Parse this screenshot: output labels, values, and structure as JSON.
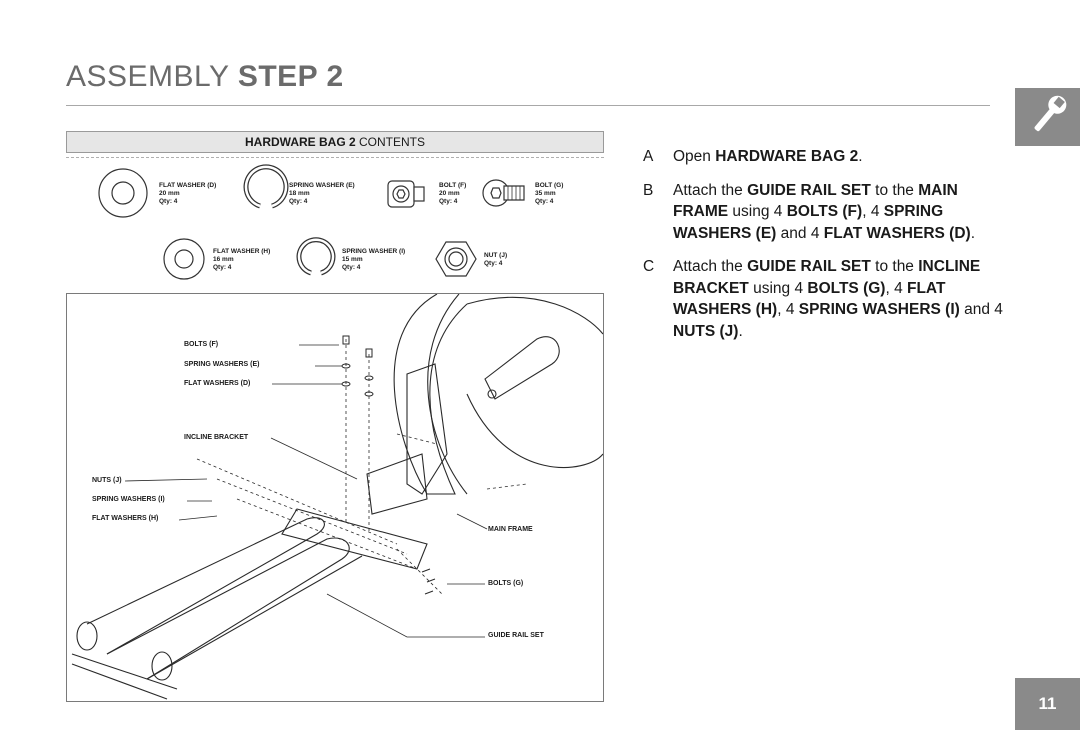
{
  "title": {
    "light": "ASSEMBLY",
    "bold": "STEP 2"
  },
  "page_number": "11",
  "icons": {
    "tab": "wrench-icon"
  },
  "colors": {
    "tab_gray": "#8a8a8a",
    "header_gray": "#e6e6e6"
  },
  "hardware": {
    "header_bold": "HARDWARE BAG 2",
    "header_rest": "CONTENTS",
    "parts": [
      {
        "name": "FLAT WASHER (D)",
        "size": "20 mm",
        "qty": "Qty: 4"
      },
      {
        "name": "SPRING WASHER (E)",
        "size": "18 mm",
        "qty": "Qty: 4"
      },
      {
        "name": "BOLT (F)",
        "size": "20 mm",
        "qty": "Qty: 4"
      },
      {
        "name": "BOLT (G)",
        "size": "35 mm",
        "qty": "Qty: 4"
      },
      {
        "name": "FLAT WASHER (H)",
        "size": "16 mm",
        "qty": "Qty: 4"
      },
      {
        "name": "SPRING WASHER (I)",
        "size": "15 mm",
        "qty": "Qty: 4"
      },
      {
        "name": "NUT (J)",
        "size": "",
        "qty": "Qty: 4"
      }
    ]
  },
  "callouts": {
    "bolts_f": "BOLTS (F)",
    "spring_washers_e": "SPRING WASHERS (E)",
    "flat_washers_d": "FLAT WASHERS (D)",
    "incline_bracket": "INCLINE BRACKET",
    "nuts_j": "NUTS (J)",
    "spring_washers_i": "SPRING WASHERS (I)",
    "flat_washers_h": "FLAT WASHERS (H)",
    "main_frame": "MAIN FRAME",
    "bolts_g": "BOLTS (G)",
    "guide_rail_set": "GUIDE RAIL SET"
  },
  "steps": [
    {
      "letter": "A",
      "segments": [
        {
          "t": "Open ",
          "b": false
        },
        {
          "t": "HARDWARE BAG 2",
          "b": true
        },
        {
          "t": ".",
          "b": false
        }
      ]
    },
    {
      "letter": "B",
      "segments": [
        {
          "t": "Attach the ",
          "b": false
        },
        {
          "t": "GUIDE RAIL SET",
          "b": true
        },
        {
          "t": " to the ",
          "b": false
        },
        {
          "t": "MAIN FRAME",
          "b": true
        },
        {
          "t": " using 4 ",
          "b": false
        },
        {
          "t": "BOLTS (F)",
          "b": true
        },
        {
          "t": ", 4 ",
          "b": false
        },
        {
          "t": "SPRING WASHERS (E)",
          "b": true
        },
        {
          "t": " and 4 ",
          "b": false
        },
        {
          "t": "FLAT WASHERS (D)",
          "b": true
        },
        {
          "t": ".",
          "b": false
        }
      ]
    },
    {
      "letter": "C",
      "segments": [
        {
          "t": "Attach the ",
          "b": false
        },
        {
          "t": "GUIDE RAIL SET",
          "b": true
        },
        {
          "t": " to the ",
          "b": false
        },
        {
          "t": "INCLINE BRACKET",
          "b": true
        },
        {
          "t": " using 4 ",
          "b": false
        },
        {
          "t": "BOLTS (G)",
          "b": true
        },
        {
          "t": ", 4 ",
          "b": false
        },
        {
          "t": "FLAT WASHERS (H)",
          "b": true
        },
        {
          "t": ", 4 ",
          "b": false
        },
        {
          "t": "SPRING WASHERS (I)",
          "b": true
        },
        {
          "t": " and 4 ",
          "b": false
        },
        {
          "t": "NUTS (J)",
          "b": true
        },
        {
          "t": ".",
          "b": false
        }
      ]
    }
  ]
}
